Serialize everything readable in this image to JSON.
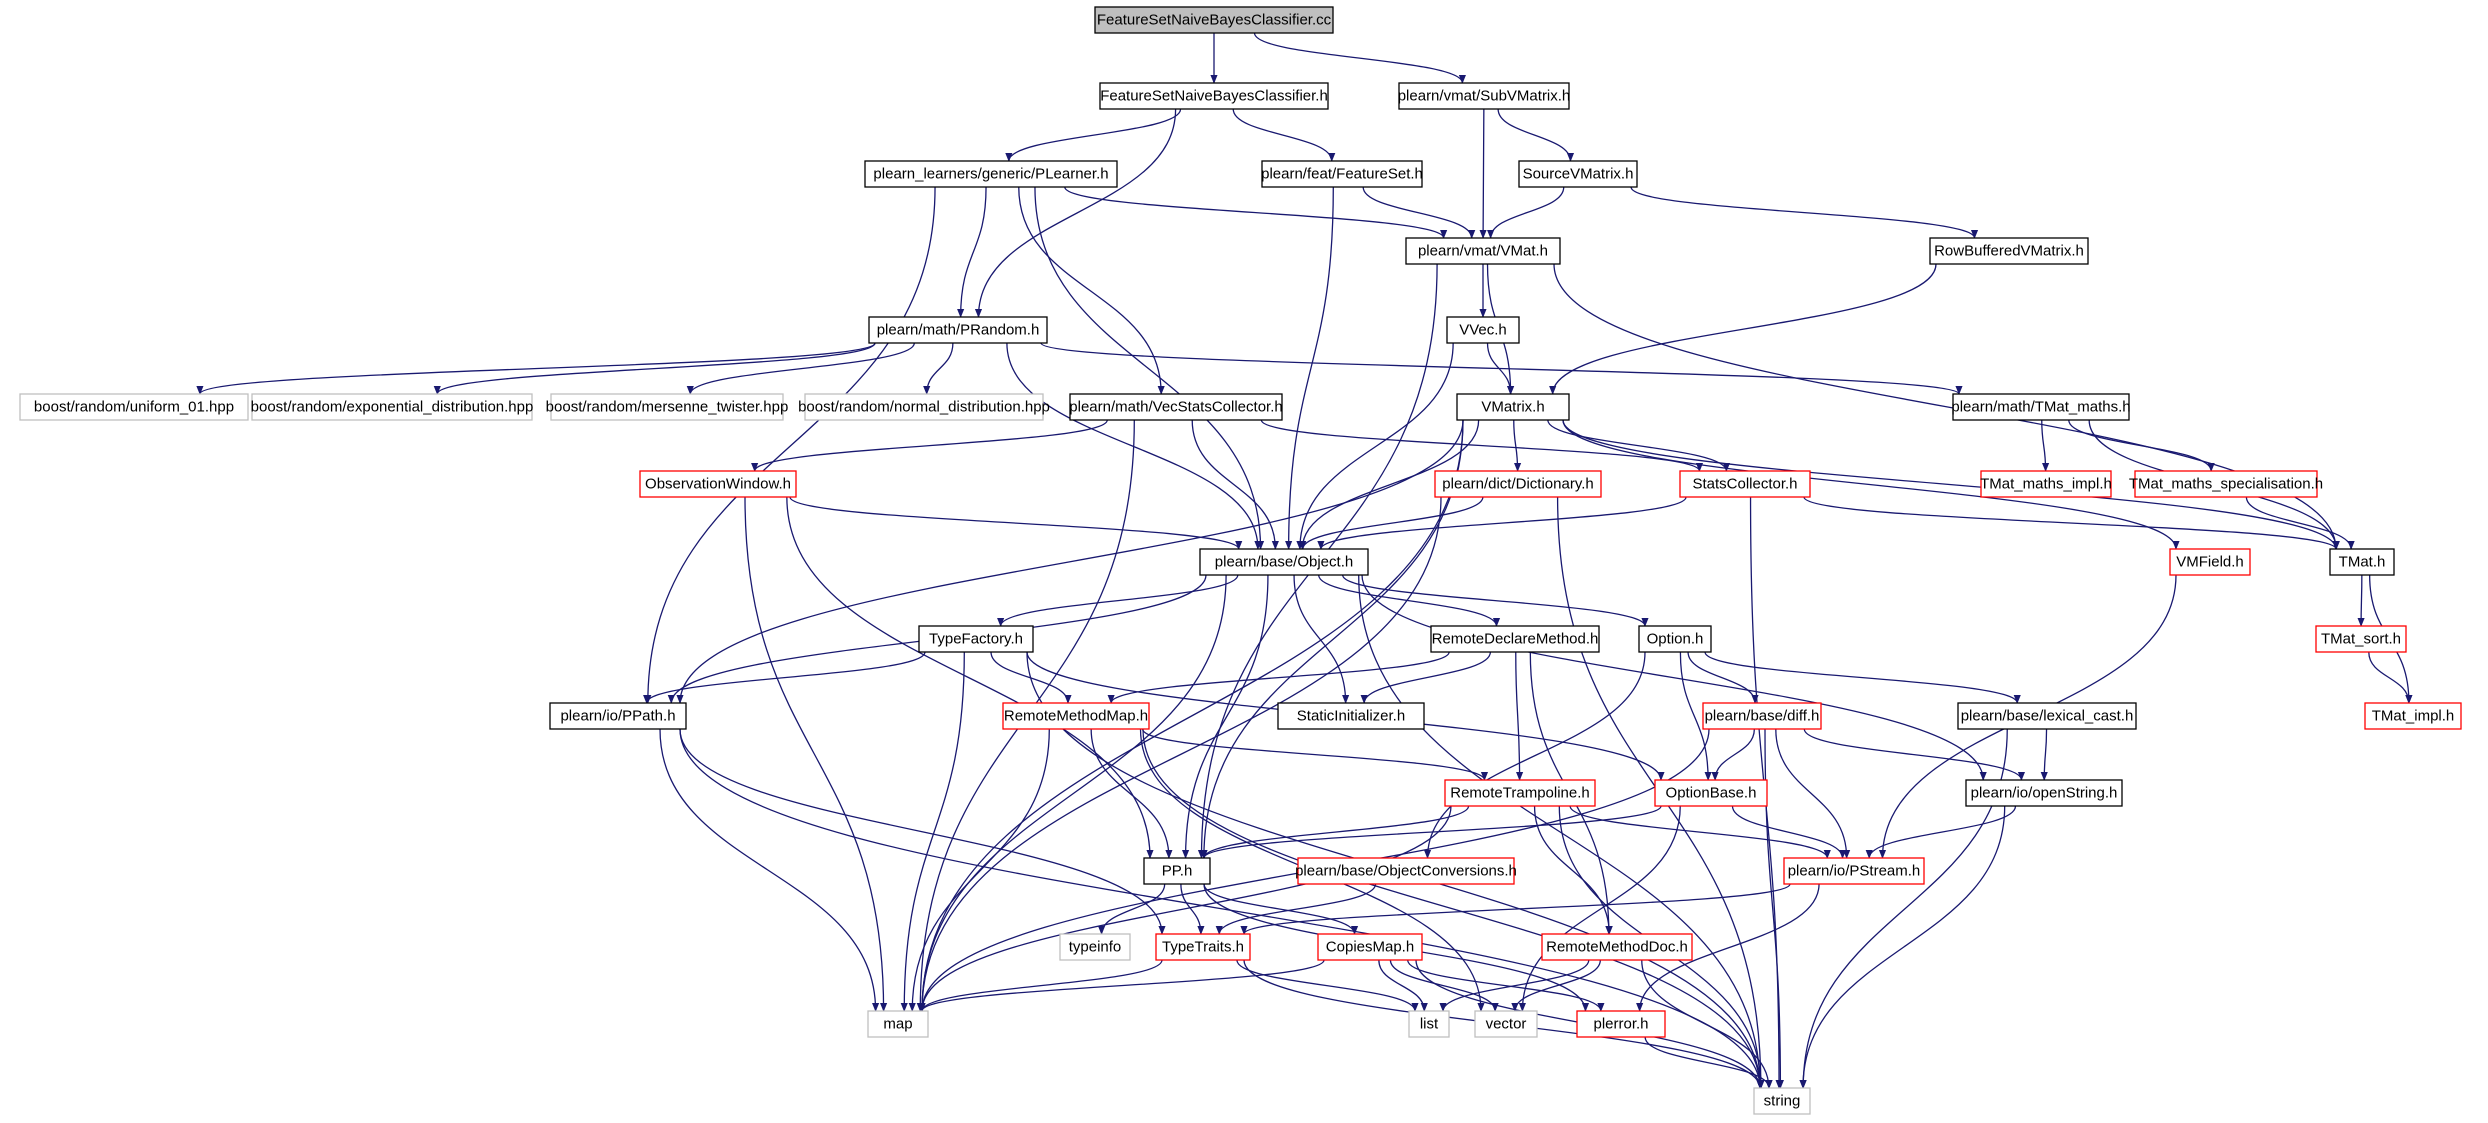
{
  "colors": {
    "edge": "#191970",
    "normal_border": "#000000",
    "missing_border": "#ff0000",
    "system_border": "#bfbfbf",
    "root_fill": "#bfbfbf"
  },
  "nodes": [
    {
      "id": "root",
      "label": "FeatureSetNaiveBayesClassifier.cc",
      "kind": "root"
    },
    {
      "id": "fsnbc_h",
      "label": "FeatureSetNaiveBayesClassifier.h",
      "kind": "normal"
    },
    {
      "id": "subvmatrix",
      "label": "plearn/vmat/SubVMatrix.h",
      "kind": "normal"
    },
    {
      "id": "plearner",
      "label": "plearn_learners/generic/PLearner.h",
      "kind": "normal"
    },
    {
      "id": "featureset",
      "label": "plearn/feat/FeatureSet.h",
      "kind": "normal"
    },
    {
      "id": "sourcevmatrix",
      "label": "SourceVMatrix.h",
      "kind": "normal"
    },
    {
      "id": "vmat",
      "label": "plearn/vmat/VMat.h",
      "kind": "normal"
    },
    {
      "id": "rowbuffered",
      "label": "RowBufferedVMatrix.h",
      "kind": "normal"
    },
    {
      "id": "prandom",
      "label": "plearn/math/PRandom.h",
      "kind": "normal"
    },
    {
      "id": "vvec",
      "label": "VVec.h",
      "kind": "normal"
    },
    {
      "id": "uniform01",
      "label": "boost/random/uniform_01.hpp",
      "kind": "system"
    },
    {
      "id": "expdist",
      "label": "boost/random/exponential_distribution.hpp",
      "kind": "system"
    },
    {
      "id": "mersenne",
      "label": "boost/random/mersenne_twister.hpp",
      "kind": "system"
    },
    {
      "id": "normaldist",
      "label": "boost/random/normal_distribution.hpp",
      "kind": "system"
    },
    {
      "id": "vecstats",
      "label": "plearn/math/VecStatsCollector.h",
      "kind": "normal"
    },
    {
      "id": "vmatrix",
      "label": "VMatrix.h",
      "kind": "normal"
    },
    {
      "id": "tmatmaths",
      "label": "plearn/math/TMat_maths.h",
      "kind": "normal"
    },
    {
      "id": "obswindow",
      "label": "ObservationWindow.h",
      "kind": "missing"
    },
    {
      "id": "dictionary",
      "label": "plearn/dict/Dictionary.h",
      "kind": "missing"
    },
    {
      "id": "statscollector",
      "label": "StatsCollector.h",
      "kind": "missing"
    },
    {
      "id": "tmatmathsimpl",
      "label": "TMat_maths_impl.h",
      "kind": "missing"
    },
    {
      "id": "tmatspec",
      "label": "TMat_maths_specialisation.h",
      "kind": "missing"
    },
    {
      "id": "object",
      "label": "plearn/base/Object.h",
      "kind": "normal"
    },
    {
      "id": "vmfield",
      "label": "VMField.h",
      "kind": "missing"
    },
    {
      "id": "tmat",
      "label": "TMat.h",
      "kind": "normal"
    },
    {
      "id": "typefactory",
      "label": "TypeFactory.h",
      "kind": "normal"
    },
    {
      "id": "remotedeclare",
      "label": "RemoteDeclareMethod.h",
      "kind": "normal"
    },
    {
      "id": "option",
      "label": "Option.h",
      "kind": "normal"
    },
    {
      "id": "tmatsort",
      "label": "TMat_sort.h",
      "kind": "missing"
    },
    {
      "id": "ppath",
      "label": "plearn/io/PPath.h",
      "kind": "normal"
    },
    {
      "id": "remotemethodmap",
      "label": "RemoteMethodMap.h",
      "kind": "missing"
    },
    {
      "id": "staticinit",
      "label": "StaticInitializer.h",
      "kind": "normal"
    },
    {
      "id": "diff",
      "label": "plearn/base/diff.h",
      "kind": "missing"
    },
    {
      "id": "lexicalcast",
      "label": "plearn/base/lexical_cast.h",
      "kind": "normal"
    },
    {
      "id": "tmatimpl",
      "label": "TMat_impl.h",
      "kind": "missing"
    },
    {
      "id": "remotetrampoline",
      "label": "RemoteTrampoline.h",
      "kind": "missing"
    },
    {
      "id": "optionbase",
      "label": "OptionBase.h",
      "kind": "missing"
    },
    {
      "id": "openstring",
      "label": "plearn/io/openString.h",
      "kind": "normal"
    },
    {
      "id": "pp",
      "label": "PP.h",
      "kind": "normal"
    },
    {
      "id": "objconv",
      "label": "plearn/base/ObjectConversions.h",
      "kind": "missing"
    },
    {
      "id": "pstream",
      "label": "plearn/io/PStream.h",
      "kind": "missing"
    },
    {
      "id": "typeinfo",
      "label": "typeinfo",
      "kind": "system"
    },
    {
      "id": "typetraits",
      "label": "TypeTraits.h",
      "kind": "missing"
    },
    {
      "id": "copiesmap",
      "label": "CopiesMap.h",
      "kind": "missing"
    },
    {
      "id": "remotemethoddoc",
      "label": "RemoteMethodDoc.h",
      "kind": "missing"
    },
    {
      "id": "map",
      "label": "map",
      "kind": "system"
    },
    {
      "id": "list",
      "label": "list",
      "kind": "system"
    },
    {
      "id": "vector",
      "label": "vector",
      "kind": "system"
    },
    {
      "id": "plerror",
      "label": "plerror.h",
      "kind": "missing"
    },
    {
      "id": "string",
      "label": "string",
      "kind": "system"
    }
  ],
  "edges": [
    [
      "root",
      "fsnbc_h"
    ],
    [
      "root",
      "subvmatrix"
    ],
    [
      "fsnbc_h",
      "plearner"
    ],
    [
      "fsnbc_h",
      "featureset"
    ],
    [
      "fsnbc_h",
      "prandom"
    ],
    [
      "subvmatrix",
      "sourcevmatrix"
    ],
    [
      "subvmatrix",
      "vmat"
    ],
    [
      "plearner",
      "vmat"
    ],
    [
      "plearner",
      "prandom"
    ],
    [
      "plearner",
      "vecstats"
    ],
    [
      "plearner",
      "object"
    ],
    [
      "plearner",
      "ppath"
    ],
    [
      "featureset",
      "vmat"
    ],
    [
      "featureset",
      "object"
    ],
    [
      "sourcevmatrix",
      "vmat"
    ],
    [
      "sourcevmatrix",
      "rowbuffered"
    ],
    [
      "vmat",
      "vvec"
    ],
    [
      "vmat",
      "vmatrix"
    ],
    [
      "vmat",
      "tmat"
    ],
    [
      "vmat",
      "pp"
    ],
    [
      "rowbuffered",
      "vmatrix"
    ],
    [
      "prandom",
      "uniform01"
    ],
    [
      "prandom",
      "expdist"
    ],
    [
      "prandom",
      "mersenne"
    ],
    [
      "prandom",
      "normaldist"
    ],
    [
      "prandom",
      "tmatmaths"
    ],
    [
      "prandom",
      "object"
    ],
    [
      "vvec",
      "vmatrix"
    ],
    [
      "vvec",
      "object"
    ],
    [
      "vecstats",
      "obswindow"
    ],
    [
      "vecstats",
      "statscollector"
    ],
    [
      "vecstats",
      "object"
    ],
    [
      "vecstats",
      "map"
    ],
    [
      "vmatrix",
      "dictionary"
    ],
    [
      "vmatrix",
      "statscollector"
    ],
    [
      "vmatrix",
      "object"
    ],
    [
      "vmatrix",
      "vmfield"
    ],
    [
      "vmatrix",
      "tmat"
    ],
    [
      "vmatrix",
      "ppath"
    ],
    [
      "vmatrix",
      "pp"
    ],
    [
      "vmatrix",
      "map"
    ],
    [
      "tmatmaths",
      "tmatmathsimpl"
    ],
    [
      "tmatmaths",
      "tmatspec"
    ],
    [
      "tmatmaths",
      "tmat"
    ],
    [
      "obswindow",
      "object"
    ],
    [
      "obswindow",
      "pp"
    ],
    [
      "obswindow",
      "map"
    ],
    [
      "dictionary",
      "object"
    ],
    [
      "dictionary",
      "map"
    ],
    [
      "dictionary",
      "string"
    ],
    [
      "statscollector",
      "object"
    ],
    [
      "statscollector",
      "tmat"
    ],
    [
      "statscollector",
      "string"
    ],
    [
      "tmatspec",
      "tmat"
    ],
    [
      "object",
      "typefactory"
    ],
    [
      "object",
      "remotedeclare"
    ],
    [
      "object",
      "option"
    ],
    [
      "object",
      "staticinit"
    ],
    [
      "object",
      "ppath"
    ],
    [
      "object",
      "pp"
    ],
    [
      "object",
      "openstring"
    ],
    [
      "object",
      "map"
    ],
    [
      "object",
      "string"
    ],
    [
      "vmfield",
      "pstream"
    ],
    [
      "tmat",
      "tmatsort"
    ],
    [
      "tmat",
      "tmatimpl"
    ],
    [
      "tmatsort",
      "tmatimpl"
    ],
    [
      "typefactory",
      "remotemethodmap"
    ],
    [
      "typefactory",
      "ppath"
    ],
    [
      "typefactory",
      "optionbase"
    ],
    [
      "typefactory",
      "map"
    ],
    [
      "typefactory",
      "string"
    ],
    [
      "remotedeclare",
      "remotemethodmap"
    ],
    [
      "remotedeclare",
      "staticinit"
    ],
    [
      "remotedeclare",
      "remotetrampoline"
    ],
    [
      "remotedeclare",
      "remotemethoddoc"
    ],
    [
      "option",
      "diff"
    ],
    [
      "option",
      "optionbase"
    ],
    [
      "option",
      "lexicalcast"
    ],
    [
      "option",
      "objconv"
    ],
    [
      "ppath",
      "typetraits"
    ],
    [
      "ppath",
      "map"
    ],
    [
      "ppath",
      "string"
    ],
    [
      "remotemethodmap",
      "remotetrampoline"
    ],
    [
      "remotemethodmap",
      "pp"
    ],
    [
      "remotemethodmap",
      "map"
    ],
    [
      "remotemethodmap",
      "string"
    ],
    [
      "remotemethodmap",
      "vector"
    ],
    [
      "diff",
      "optionbase"
    ],
    [
      "diff",
      "openstring"
    ],
    [
      "diff",
      "pstream"
    ],
    [
      "diff",
      "map"
    ],
    [
      "diff",
      "string"
    ],
    [
      "lexicalcast",
      "openstring"
    ],
    [
      "lexicalcast",
      "string"
    ],
    [
      "remotetrampoline",
      "pp"
    ],
    [
      "remotetrampoline",
      "pstream"
    ],
    [
      "remotetrampoline",
      "remotemethoddoc"
    ],
    [
      "remotetrampoline",
      "map"
    ],
    [
      "remotetrampoline",
      "string"
    ],
    [
      "optionbase",
      "pp"
    ],
    [
      "optionbase",
      "pstream"
    ],
    [
      "optionbase",
      "vector"
    ],
    [
      "openstring",
      "pstream"
    ],
    [
      "openstring",
      "string"
    ],
    [
      "pp",
      "typeinfo"
    ],
    [
      "pp",
      "typetraits"
    ],
    [
      "pp",
      "copiesmap"
    ],
    [
      "pp",
      "plerror"
    ],
    [
      "objconv",
      "typetraits"
    ],
    [
      "pstream",
      "typetraits"
    ],
    [
      "pstream",
      "plerror"
    ],
    [
      "typetraits",
      "map"
    ],
    [
      "typetraits",
      "list"
    ],
    [
      "typetraits",
      "string"
    ],
    [
      "copiesmap",
      "map"
    ],
    [
      "copiesmap",
      "list"
    ],
    [
      "copiesmap",
      "vector"
    ],
    [
      "copiesmap",
      "plerror"
    ],
    [
      "copiesmap",
      "string"
    ],
    [
      "remotemethoddoc",
      "list"
    ],
    [
      "remotemethoddoc",
      "vector"
    ],
    [
      "remotemethoddoc",
      "string"
    ],
    [
      "plerror",
      "string"
    ]
  ]
}
